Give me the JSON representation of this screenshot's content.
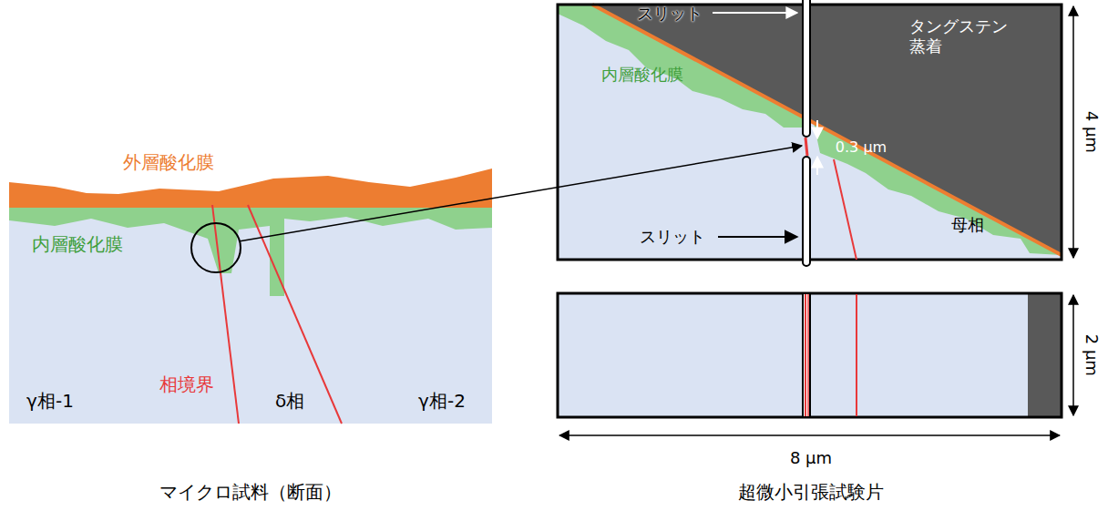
{
  "diagram": {
    "labels": [
      "外層酸化膜",
      "内層酸化膜",
      "相境界",
      "γ相-1",
      "δ相",
      "γ相-2",
      "スリット",
      "タングステン 蒸着",
      "内層酸化膜",
      "0.3 μm",
      "スリット",
      "母相",
      "4 μm",
      "2 μm",
      "8 μm",
      "マイクロ試料（断面）",
      "超微小引張試験片"
    ]
  }
}
